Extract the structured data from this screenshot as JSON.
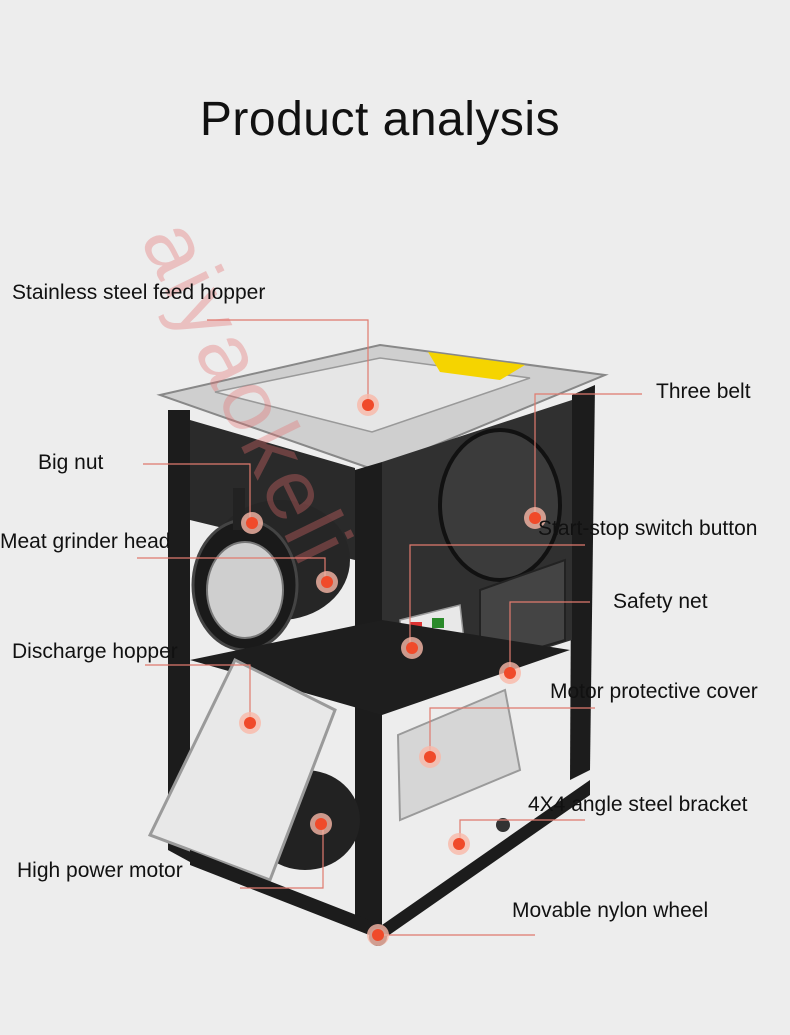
{
  "title": "Product analysis",
  "watermark": "aiyaokeli",
  "labels": {
    "feed_hopper": "Stainless steel feed hopper",
    "three_belt": "Three belt",
    "big_nut": "Big nut",
    "grinder_head": "Meat grinder head",
    "switch_button": "Start-stop switch button",
    "safety_net": "Safety net",
    "discharge_hopper": "Discharge hopper",
    "motor_cover": "Motor protective cover",
    "angle_bracket": "4X4 angle steel bracket",
    "motor": "High power motor",
    "nylon_wheel": "Movable nylon wheel"
  },
  "colors": {
    "background": "#ededed",
    "callout_line": "#e07a6e",
    "marker": "#f04a2a",
    "frame": "#1c1c1c",
    "steel": "#d8d8d8",
    "warning_label": "#f5d400"
  }
}
